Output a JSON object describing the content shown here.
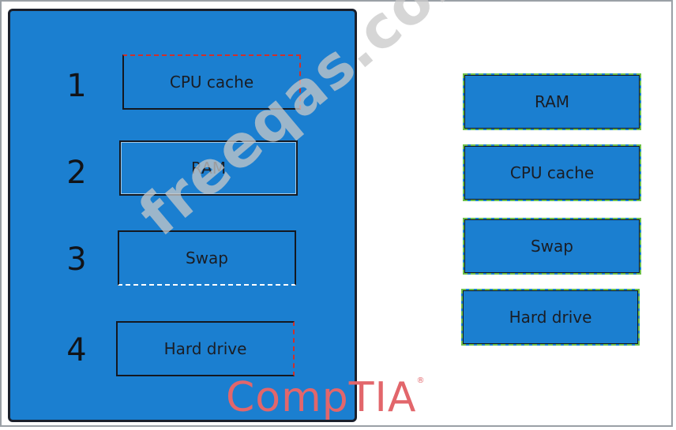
{
  "slots": [
    {
      "number": "1",
      "label": "CPU cache"
    },
    {
      "number": "2",
      "label": "RAM"
    },
    {
      "number": "3",
      "label": "Swap"
    },
    {
      "number": "4",
      "label": "Hard drive"
    }
  ],
  "options": [
    {
      "label": "RAM"
    },
    {
      "label": "CPU cache"
    },
    {
      "label": "Swap"
    },
    {
      "label": "Hard drive"
    }
  ],
  "watermark": "freeqas.com",
  "logo": {
    "text": "CompTIA",
    "mark": "®"
  },
  "colors": {
    "panel": "#1b7fd0",
    "border": "#1a1f2b",
    "logo": "#e2666b",
    "dash_green": "#6fbf4a",
    "dash_red": "#d0302a"
  }
}
